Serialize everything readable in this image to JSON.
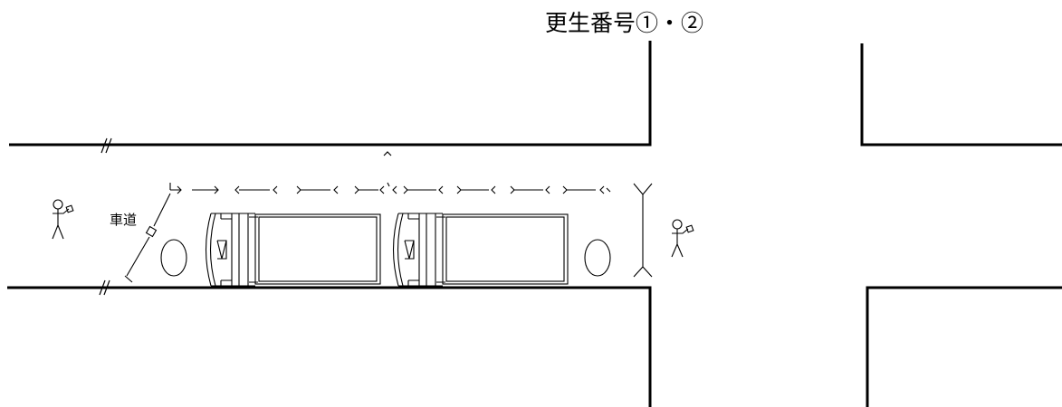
{
  "diagram": {
    "title": "更生番号①・②",
    "lane_label": "車道",
    "vehicle_count": 2,
    "pedestrian_count": 2,
    "cone_count": 2,
    "icons": [
      "person-icon",
      "truck-icon",
      "traffic-cone-icon",
      "barrier-icon"
    ]
  }
}
